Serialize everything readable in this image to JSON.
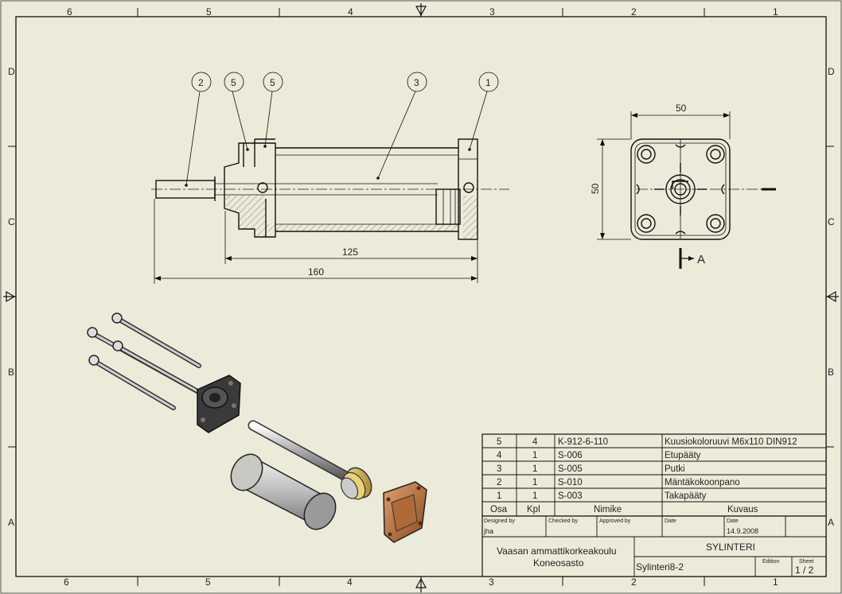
{
  "zones": {
    "top": [
      "6",
      "5",
      "4",
      "3",
      "2",
      "1"
    ],
    "bottom": [
      "6",
      "5",
      "4",
      "3",
      "2",
      "1"
    ],
    "left": [
      "D",
      "C",
      "B",
      "A"
    ],
    "right": [
      "D",
      "C",
      "B",
      "A"
    ]
  },
  "balloons": [
    "2",
    "5",
    "5",
    "3",
    "1"
  ],
  "dimensions": {
    "length_125": "125",
    "length_160": "160",
    "width_50": "50",
    "height_50": "50",
    "section_label": "A"
  },
  "bom": {
    "rows": [
      {
        "osa": "5",
        "kpl": "4",
        "nimike": "K-912-6-110",
        "kuvaus": "Kuusiokoloruuvi M6x110 DIN912"
      },
      {
        "osa": "4",
        "kpl": "1",
        "nimike": "S-006",
        "kuvaus": "Etupääty"
      },
      {
        "osa": "3",
        "kpl": "1",
        "nimike": "S-005",
        "kuvaus": "Putki"
      },
      {
        "osa": "2",
        "kpl": "1",
        "nimike": "S-010",
        "kuvaus": "Mäntäkokoonpano"
      },
      {
        "osa": "1",
        "kpl": "1",
        "nimike": "S-003",
        "kuvaus": "Takapääty"
      }
    ],
    "headers": {
      "osa": "Osa",
      "kpl": "Kpl",
      "nimike": "Nimike",
      "kuvaus": "Kuvaus"
    }
  },
  "title_block": {
    "designed_by_label": "Designed by",
    "designed_by": "jha",
    "checked_by_label": "Checked by",
    "approved_by_label": "Approved by",
    "date_label_1": "Date",
    "date_label_2": "Date",
    "date": "14.9.2008",
    "organization_line1": "Vaasan ammattikorkeakoulu",
    "organization_line2": "Koneosasto",
    "title": "SYLINTERI",
    "drawing_number": "Sylinteri8-2",
    "edition_label": "Edition",
    "sheet_label": "Sheet",
    "sheet": "1 / 2"
  }
}
